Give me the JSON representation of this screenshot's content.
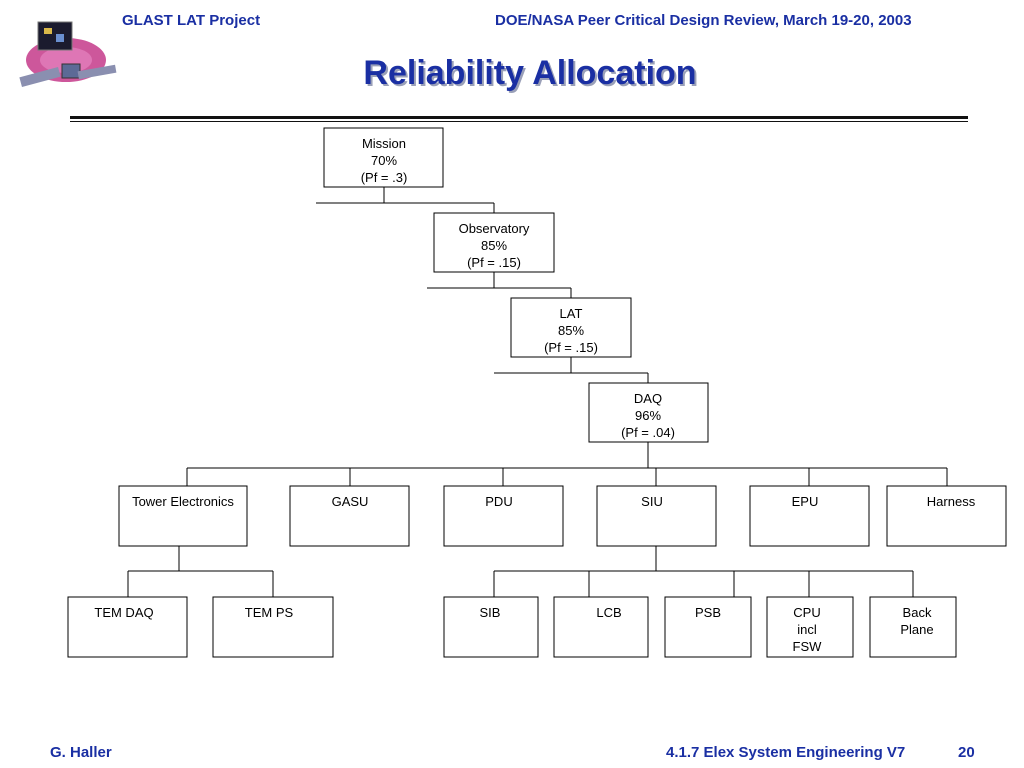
{
  "header": {
    "left": "GLAST LAT Project",
    "right": "DOE/NASA Peer Critical Design Review, March 19-20, 2003"
  },
  "title": "Reliability Allocation",
  "footer": {
    "left": "G. Haller",
    "right": "4.1.7 Elex System Engineering V7",
    "page": "20"
  },
  "tree": {
    "mission": [
      "Mission",
      "70%",
      "(Pf = .3)"
    ],
    "observatory": [
      "Observatory",
      "85%",
      "(Pf = .15)"
    ],
    "lat": [
      "LAT",
      "85%",
      "(Pf = .15)"
    ],
    "daq": [
      "DAQ",
      "96%",
      "(Pf = .04)"
    ],
    "tower_electronics": [
      "Tower Electronics"
    ],
    "gasu": [
      "GASU"
    ],
    "pdu": [
      "PDU"
    ],
    "siu": [
      "SIU"
    ],
    "epu": [
      "EPU"
    ],
    "harness": [
      "Harness"
    ],
    "tem_daq": [
      "TEM DAQ"
    ],
    "tem_ps": [
      "TEM PS"
    ],
    "sib": [
      "SIB"
    ],
    "lcb": [
      "LCB"
    ],
    "psb": [
      "PSB"
    ],
    "cpu": [
      "CPU",
      "incl",
      "FSW"
    ],
    "back_plane": [
      "Back",
      "Plane"
    ]
  }
}
